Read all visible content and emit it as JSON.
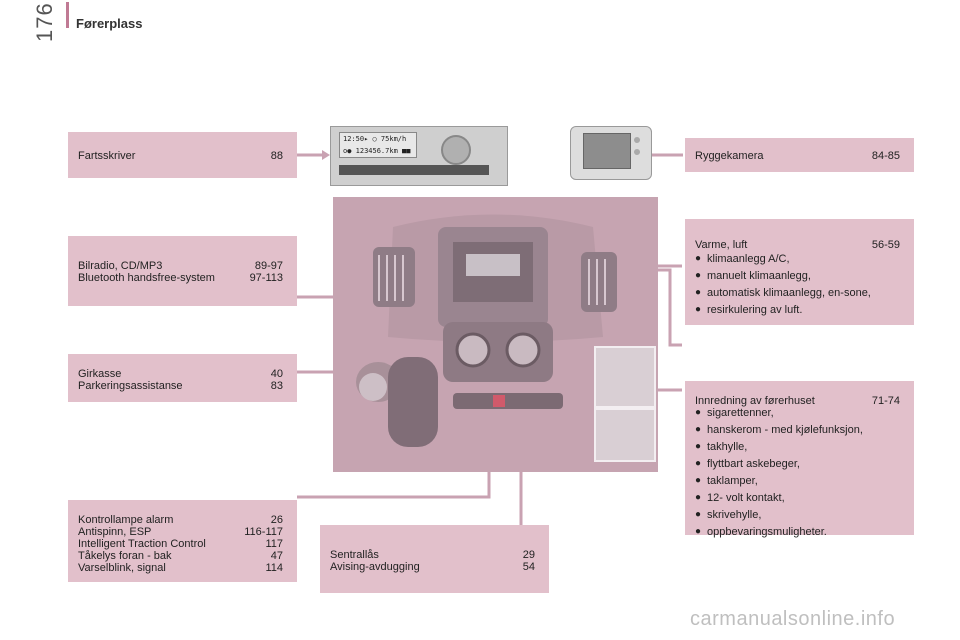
{
  "header": {
    "title": "Førerplass",
    "page_number": "176"
  },
  "boxes": {
    "fartsskriver": {
      "label": "Fartsskriver",
      "page": "88"
    },
    "ryggekamera": {
      "label": "Ryggekamera",
      "page": "84-85"
    },
    "radio": {
      "rows": [
        {
          "label": "Bilradio, CD/MP3",
          "page": "89-97"
        },
        {
          "label": "Bluetooth handsfree-system",
          "page": "97-113"
        }
      ]
    },
    "varme": {
      "title": "Varme, luft",
      "page": "56-59",
      "items": [
        "klimaanlegg A/C,",
        "manuelt klimaanlegg,",
        "automatisk klimaanlegg, en-sone,",
        "resirkulering av luft."
      ]
    },
    "girkasse": {
      "rows": [
        {
          "label": "Girkasse",
          "page": "40"
        },
        {
          "label": "Parkeringsassistanse",
          "page": "83"
        }
      ]
    },
    "innredning": {
      "title": "Innredning av førerhuset",
      "page": "71-74",
      "items": [
        "sigarettenner,",
        "hanskerom - med kjølefunksjon,",
        "takhylle,",
        "flyttbart askebeger,",
        "taklamper,",
        "12- volt kontakt,",
        "skrivehylle,",
        "oppbevaringsmuligheter."
      ]
    },
    "kontroll": {
      "rows": [
        {
          "label": "Kontrollampe alarm",
          "page": "26"
        },
        {
          "label": "Antispinn, ESP",
          "page": "116-117"
        },
        {
          "label": "Intelligent Traction Control",
          "page": "117"
        },
        {
          "label": "Tåkelys foran - bak",
          "page": "47"
        },
        {
          "label": "Varselblink, signal",
          "page": "114"
        }
      ]
    },
    "sentral": {
      "rows": [
        {
          "label": "Sentrallås",
          "page": "29"
        },
        {
          "label": "Avising-avdugging",
          "page": "54"
        }
      ]
    }
  },
  "tacho": {
    "line1": "12:50▸ ○ 75km/h",
    "line2": "o● 123456.7km ■■"
  },
  "colors": {
    "box": "#e2c0cb",
    "connector": "#c9a2b2",
    "dash": "#c4a1ae"
  },
  "watermark": "carmanualsonline.info"
}
